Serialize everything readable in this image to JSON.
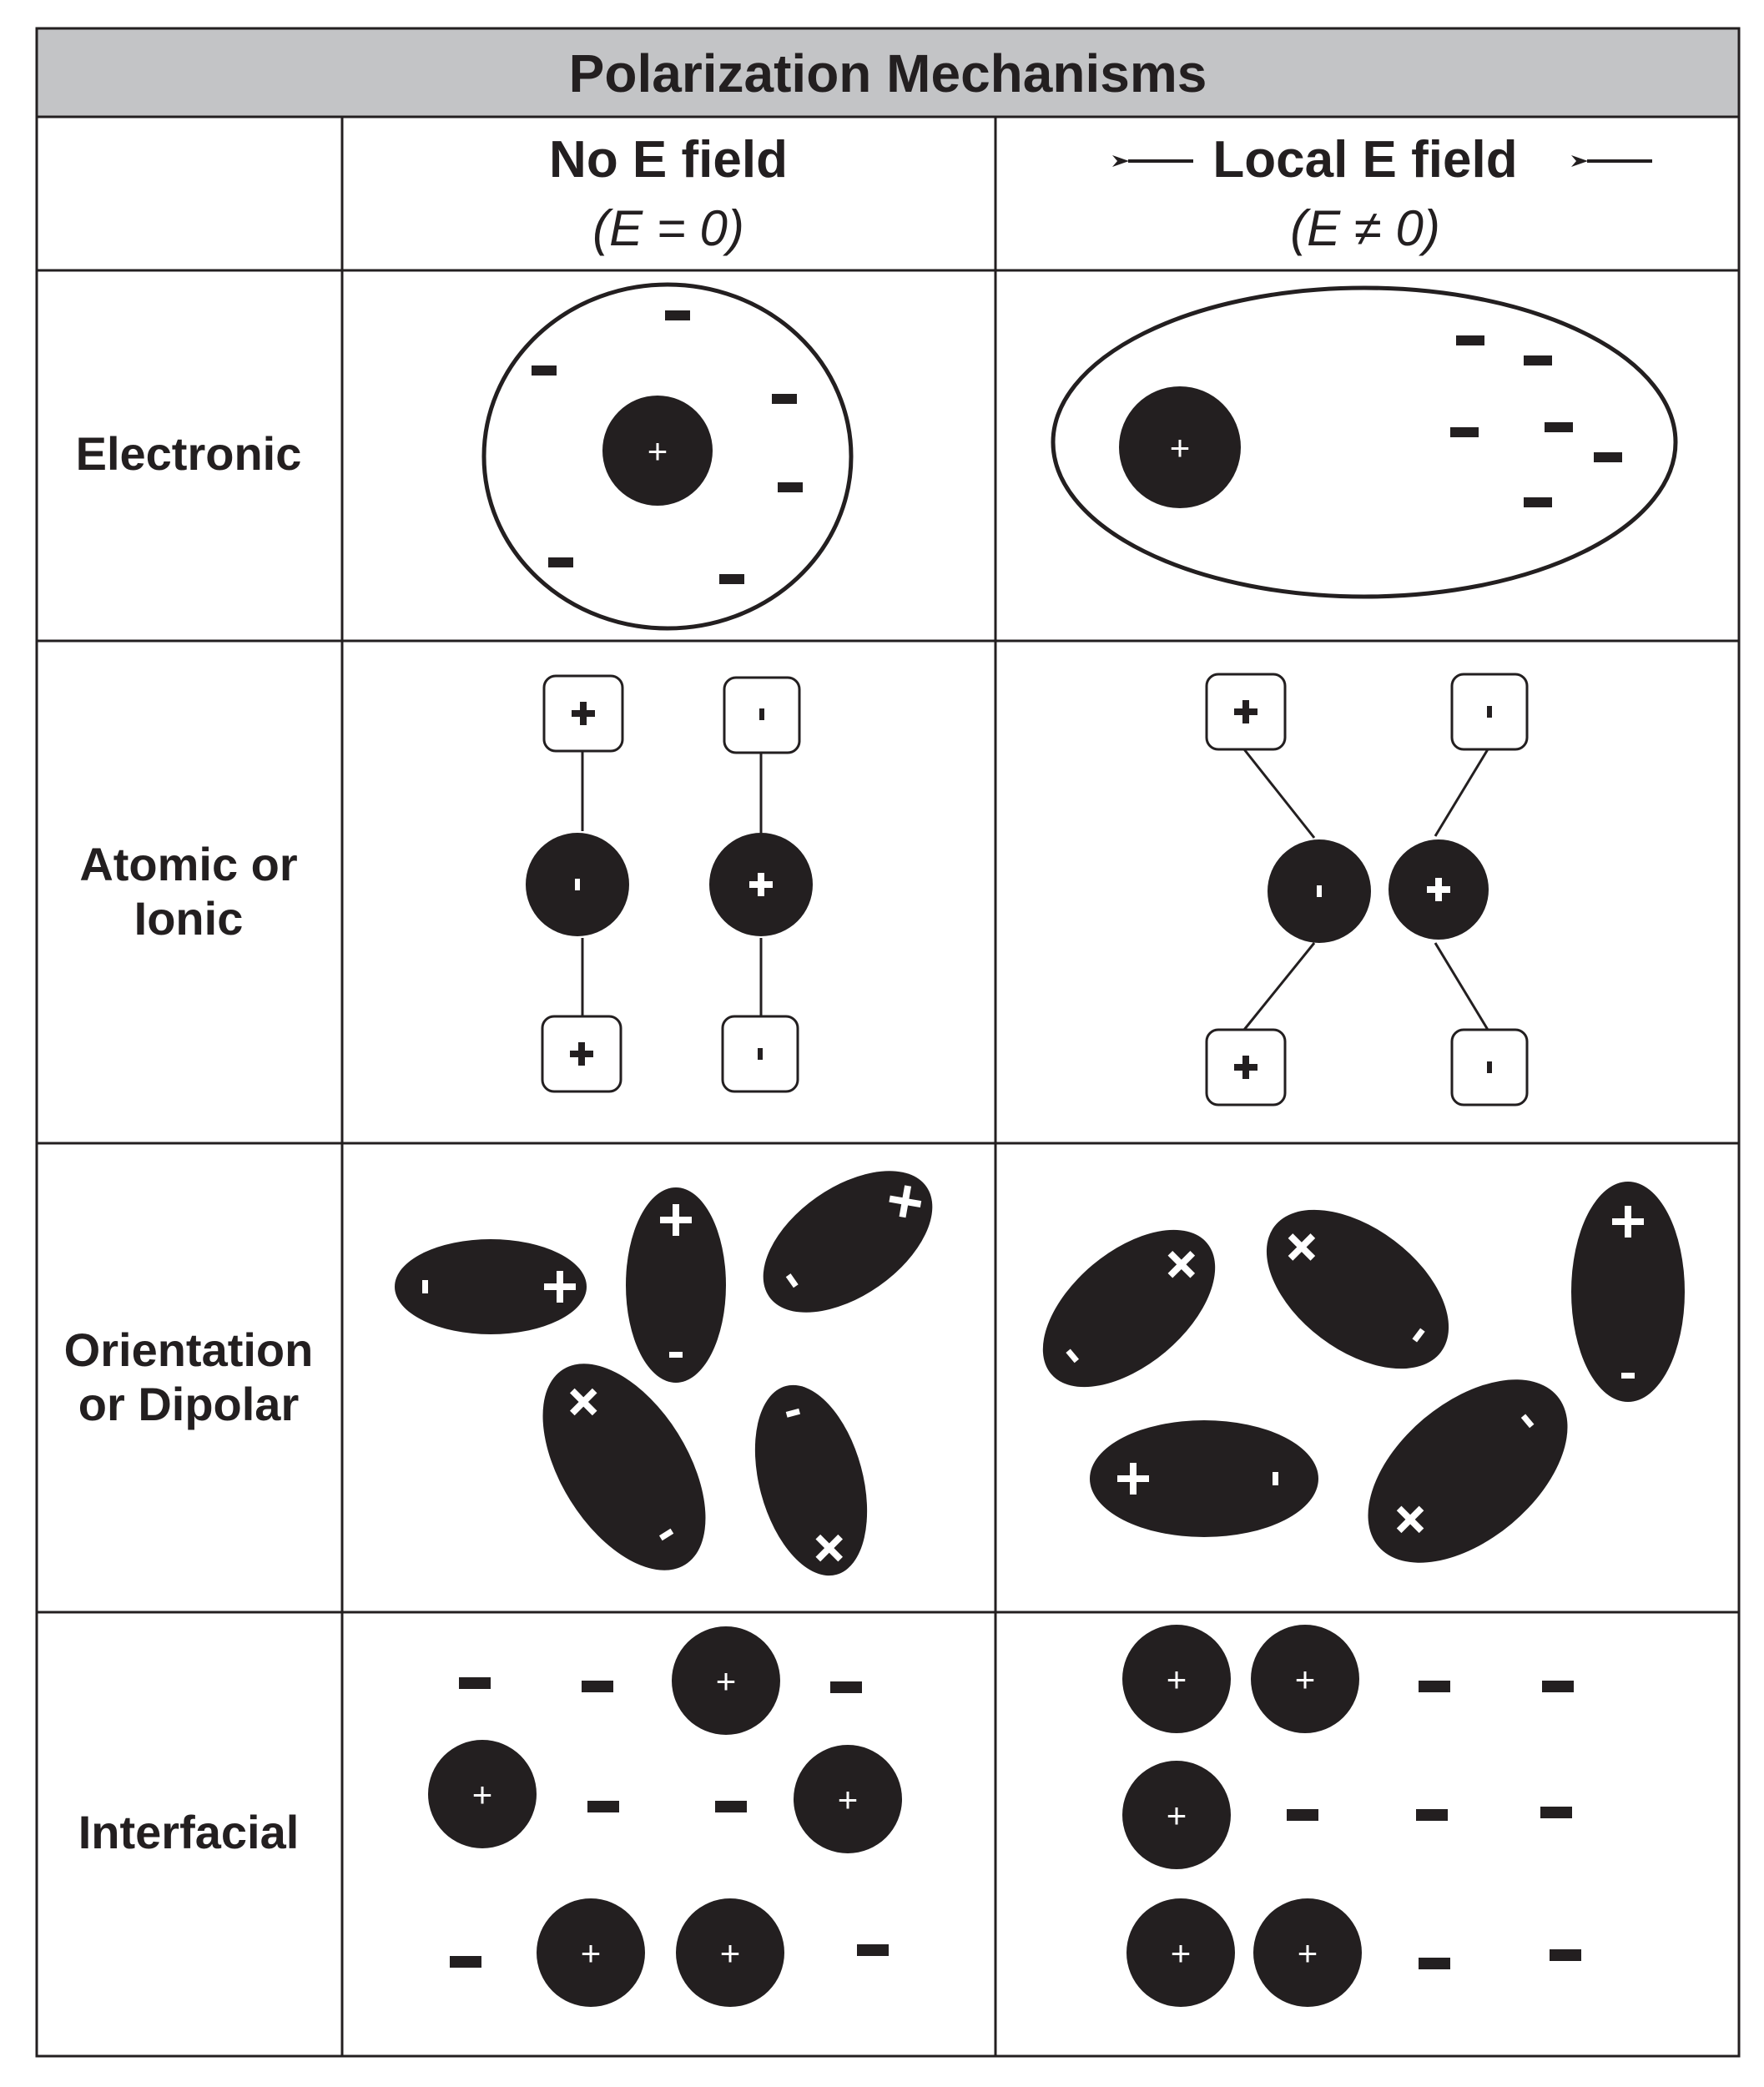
{
  "title": "Polarization Mechanisms",
  "columns": {
    "no_field": {
      "label": "No E field",
      "sub": "(E = 0)"
    },
    "local_field": {
      "label": "Local E field",
      "sub": "(E ≠ 0)"
    }
  },
  "rows": {
    "electronic": {
      "label": "Electronic"
    },
    "atomic": {
      "label_line1": "Atomic or",
      "label_line2": "Ionic"
    },
    "orientation": {
      "label_line1": "Orientation",
      "label_line2": "or Dipolar"
    },
    "interfacial": {
      "label": "Interfacial"
    }
  },
  "signs": {
    "plus": "+"
  },
  "colors": {
    "ink": "#231f20",
    "header_bg": "#c3c4c6",
    "background": "#ffffff"
  }
}
